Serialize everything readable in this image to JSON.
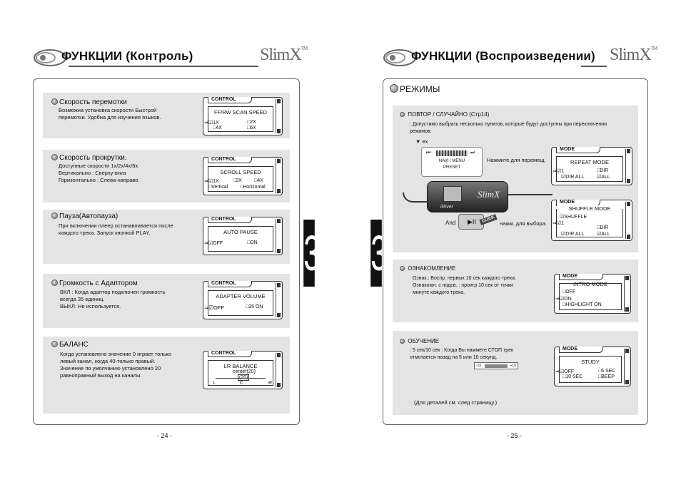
{
  "left_page": {
    "title": "ФУНКЦИИ (Контроль)",
    "logo": "SlimX",
    "logo_tm": "TM",
    "page_number": "- 24 -",
    "sections": [
      {
        "heading": "Скорость перемотки",
        "text": "Возможна установка скорости Быстрой\nперемотки. Удобна для изучения языков.",
        "lcd": {
          "tab": "CONTROL",
          "mode": "FF/RW SCAN SPEED",
          "opts": [
            "⇒☑1X",
            "□2X",
            "□4X",
            "□6X"
          ]
        }
      },
      {
        "heading": "Скорость прокрутки.",
        "text": "Доступные скорости 1x/2x/4x/6x\nВертикально : Сверху-вниз\nГоризонтально : Слева-направо.",
        "lcd": {
          "tab": "CONTROL",
          "mode": "SCROLL SPEED",
          "opts": [
            "⇒☑1X",
            "□2X",
            "□4X",
            "□Vertical",
            "□Horizontal"
          ]
        }
      },
      {
        "heading": "Пауза(Автопауза)",
        "text": "При включении плеер останавливается после\nкаждого трека. Запуск кнопкой PLAY.",
        "lcd": {
          "tab": "CONTROL",
          "mode": "AUTO PAUSE",
          "opts": [
            "⇒☑OFF",
            "□ON"
          ]
        }
      },
      {
        "heading": "Громкость с Адаптором",
        "text": "ВКЛ : Когда адаптор подключен громкость\nвсегда 35 единиц.\nВЫКЛ: Не используется.",
        "lcd": {
          "tab": "CONTROL",
          "mode": "ADAPTER VOLUME",
          "opts": [
            "⇒☑OFF",
            "□35 ON"
          ]
        }
      },
      {
        "heading": "БАЛАНС",
        "text": "Когда установлено значение 0 играет только\nлевый канал, когда 40-только правый.\nЗначение по умолчанию установлено 20\nравноправный выход на каналы.",
        "lcd": {
          "tab": "CONTROL",
          "mode": "LR BALANCE",
          "opts": [
            "center(20)",
            "(20)",
            "L",
            "C",
            "R"
          ]
        }
      }
    ]
  },
  "right_page": {
    "title": "ФУНКЦИИ (Воспроизведении)",
    "logo": "SlimX",
    "logo_tm": "TM",
    "page_number": "- 25 -",
    "modes_heading": "РЕЖИМЫ",
    "repeat": {
      "heading": "ПОВТОР / СЛУЧАЙНО (Стр14)",
      "text": ": Допустимо выбрать несколько пунктов, которые будут доступны при переключении\nрежимов.",
      "ex": "▼ ex",
      "navi_label": "NAVI / MENU",
      "preset_label": "PRESET",
      "press_text": "Нажмите для перемещ.",
      "and_text": "And",
      "click_text": "CLICK",
      "select_text": "нажм. для выбора.",
      "device_logo": "SlimX",
      "device_brand": "iRiver",
      "lcd_repeat": {
        "tab": "MODE",
        "mode": "REPEAT MODE",
        "opts": [
          "⇒☑1",
          "□DIR",
          "☑DIR ALL",
          "☑ALL"
        ]
      },
      "lcd_shuffle": {
        "tab": "MODE",
        "mode": "SHUFFLE MODE",
        "opts": [
          "☑SHUFFLE",
          "⇒☑1",
          "□DIR",
          "☑DIR ALL",
          "☑ALL"
        ]
      }
    },
    "intro": {
      "heading": "ОЗНАКОМЛЕНИЕ",
      "text": "Ознак.: Воспр. первых 10 сек каждого трека.\nОзнакомл. с подсв. : проигр 10 сек от точки\nминуте каждого трека.",
      "lcd": {
        "tab": "MODE",
        "mode": "INTRO MODE",
        "opts": [
          "□OFF",
          "⇒☑ON",
          "□HIGHLIGHT ON"
        ]
      }
    },
    "study": {
      "heading": "ОБУЧЕНИЕ",
      "text": ": 5 сек/10 сек : Когда Вы нажмете СТОП трек\nотмотается назад на 5 или 10 секунд.",
      "minus_label": "-10",
      "plus_label": "+10",
      "footer": "(Для деталей см. след страницу.)",
      "lcd": {
        "tab": "MODE",
        "mode": "STUDY",
        "opts": [
          "⇒☑OFF",
          "□5 SEC",
          "□10 SEC",
          "□BEEP"
        ]
      }
    }
  },
  "chapter_marks": [
    "3",
    "3"
  ],
  "colors": {
    "panel": "#e4e4e4",
    "chapter_tab": "#111111",
    "frame_border": "#666666"
  }
}
